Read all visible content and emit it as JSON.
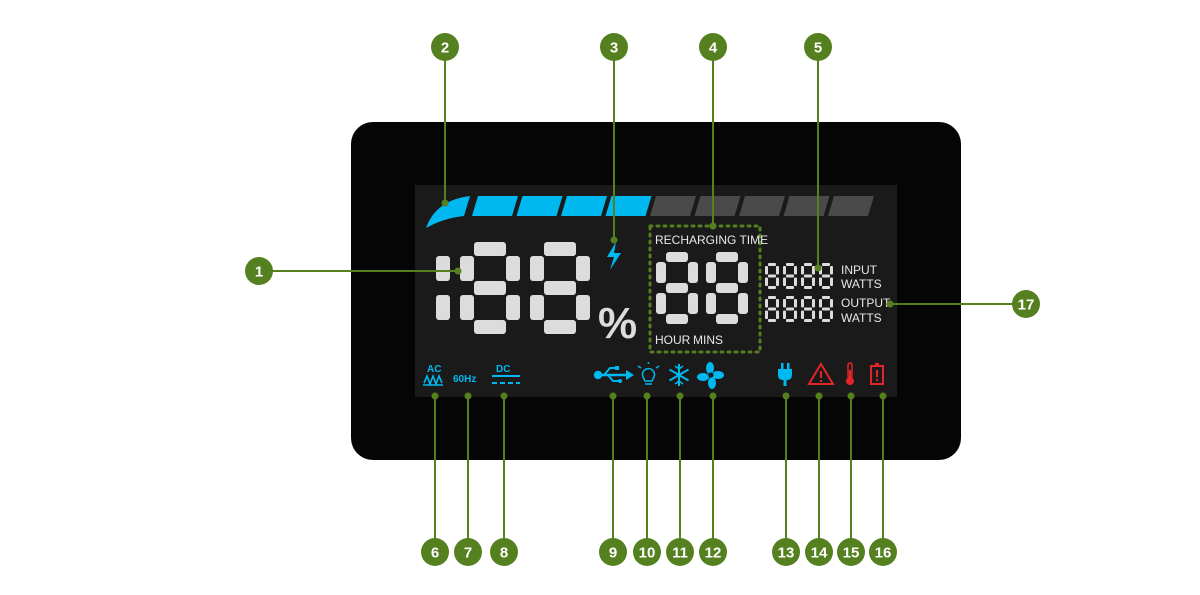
{
  "display": {
    "recharging_time_label": "RECHARGING TIME",
    "hour_label": "HOUR",
    "mins_label": "MINS",
    "input_label_1": "INPUT",
    "input_label_2": "WATTS",
    "output_label_1": "OUTPUT",
    "output_label_2": "WATTS",
    "percent_sign": "%",
    "ac_label": "AC",
    "hz_label": "60Hz",
    "dc_label": "DC",
    "battery_segments_lit": 5,
    "battery_segments_total": 10
  },
  "colors": {
    "lcd_blue": "#00b8f0",
    "warning_red": "#e2242b",
    "callout_green": "#55801f",
    "segment_off": "#4a4a4a",
    "screen_bg": "#1a1a1a",
    "bezel": "#050505"
  },
  "icons": {
    "charging": "lightning-icon",
    "usb": "usb-icon",
    "light": "light-bulb-icon",
    "cold": "snowflake-icon",
    "fan": "fan-icon",
    "plug": "plug-icon",
    "warning": "warning-triangle-icon",
    "temperature": "thermometer-icon",
    "battery_alert": "battery-alert-icon"
  },
  "callouts": {
    "1": "1",
    "2": "2",
    "3": "3",
    "4": "4",
    "5": "5",
    "6": "6",
    "7": "7",
    "8": "8",
    "9": "9",
    "10": "10",
    "11": "11",
    "12": "12",
    "13": "13",
    "14": "14",
    "15": "15",
    "16": "16",
    "17": "17"
  }
}
